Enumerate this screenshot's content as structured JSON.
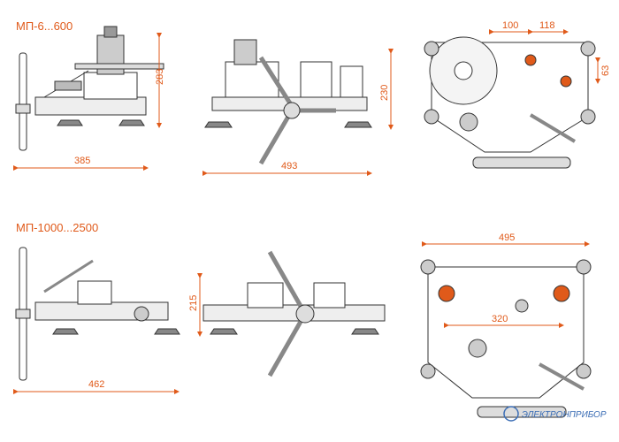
{
  "colors": {
    "accent": "#e05a1a",
    "line": "#333333",
    "brand": "#3b6db5"
  },
  "sections": [
    {
      "title": "МП-6...600",
      "dimensions": {
        "side_width": "385",
        "side_height": "283",
        "front_height": "230",
        "front_width": "493",
        "top_x1": "100",
        "top_x2": "118",
        "top_y": "63"
      }
    },
    {
      "title": "МП-1000...2500",
      "dimensions": {
        "side_width": "462",
        "front_height": "215",
        "top_width": "495",
        "top_inner": "320"
      }
    }
  ],
  "logo": {
    "text": "ЭЛЕКТРОНПРИБОР"
  }
}
